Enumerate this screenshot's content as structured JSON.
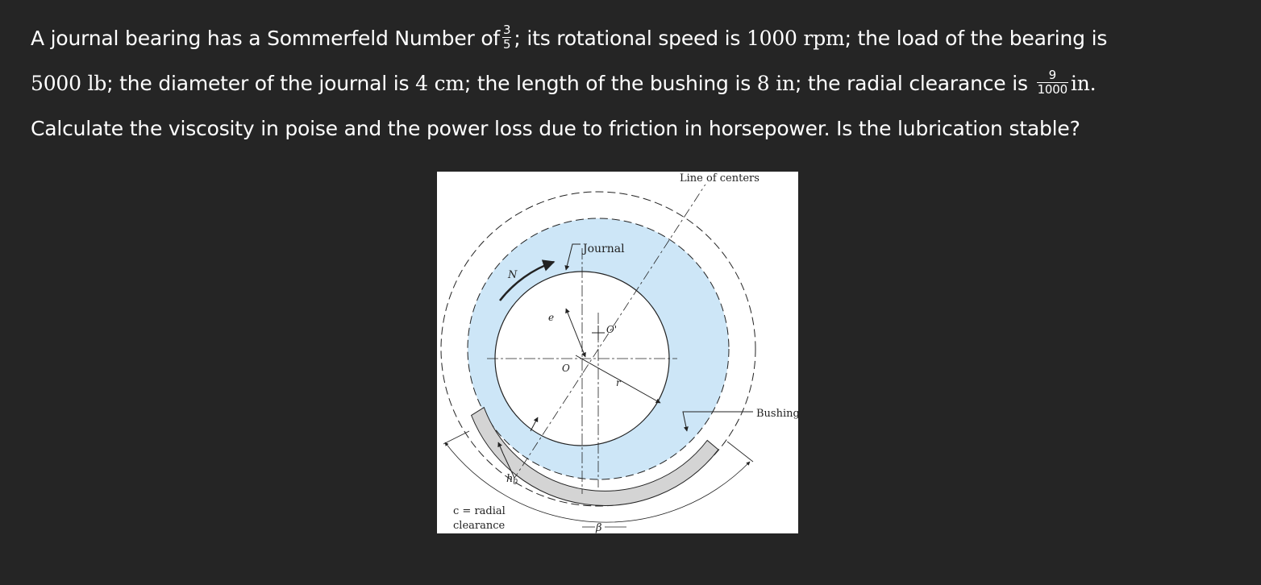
{
  "problem": {
    "line1_a": "A journal bearing has a Sommerfeld Number of",
    "sommerfeld_num": "3",
    "sommerfeld_den": "5",
    "line1_b": ";",
    "line1_c": " its rotational speed is ",
    "speed": "1000 rpm",
    "line1_d": "; the load of the bearing is",
    "load": "5000 lb",
    "line2_a": "; the diameter of the journal is ",
    "diameter": "4 cm",
    "line2_b": "; the length of the bushing is ",
    "length": "8 in",
    "line2_c": "; the radial clearance is ",
    "clearance_num": "9",
    "clearance_den": "1000",
    "clearance_unit": "in.",
    "line3": "Calculate the viscosity in poise and the power loss due to friction in horsepower. Is the lubrication stable?"
  },
  "figure": {
    "line_of_centers": "Line of centers",
    "journal": "Journal",
    "bushing": "Bushing",
    "N": "N",
    "e": "e",
    "O_prime": "O'",
    "O": "O",
    "r": "r",
    "h0": "h",
    "h0_sub": "0",
    "c_radial": "c = radial",
    "clearance": "clearance",
    "beta": "β",
    "colors": {
      "oil": "#cde6f7",
      "bushing_shade": "#d4d4d4",
      "line": "#222222"
    }
  }
}
